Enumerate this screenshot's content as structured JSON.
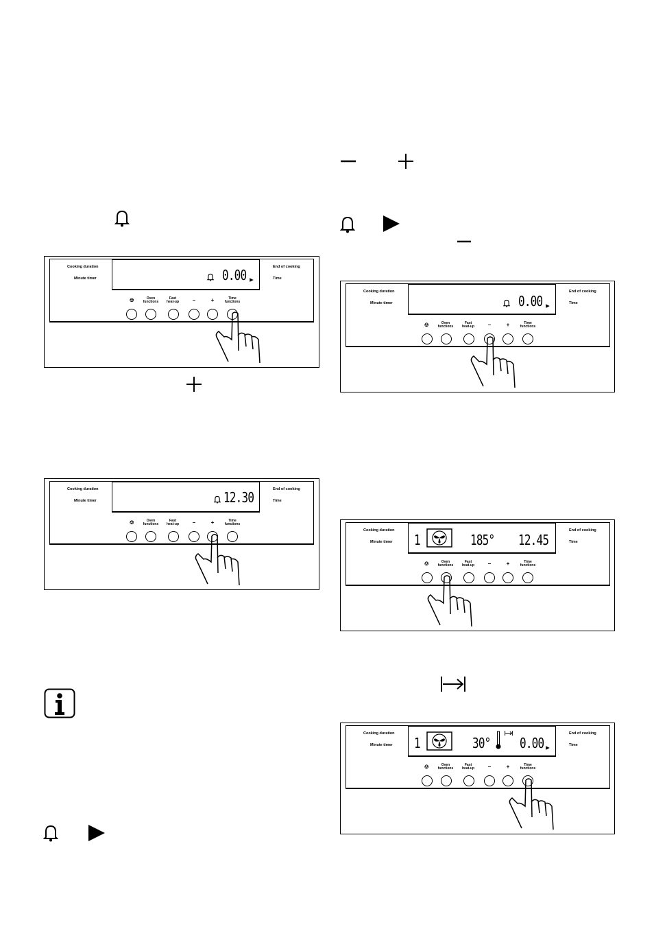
{
  "panel": {
    "cooking_duration": "Cooking duration",
    "minute_timer": "Minute timer",
    "end_of_cooking": "End of cooking",
    "time": "Time",
    "btn_oven": "Oven\nfunctions",
    "btn_fast": "Fast\nheat-up",
    "btn_minus": "–",
    "btn_plus": "+",
    "btn_time": "Time\nfunctions"
  },
  "fig1": {
    "display": "0.00"
  },
  "fig2": {
    "display": "12.30"
  },
  "fig3": {
    "display": "0.00"
  },
  "fig4": {
    "display_left": "1",
    "display_temp": "185°",
    "display_time": "12.45"
  },
  "fig5": {
    "display_left": "1",
    "display_temp": "30°",
    "display_time": "0.00"
  },
  "icons": [
    "bell-icon",
    "play-icon",
    "minus-icon",
    "plus-icon",
    "info-icon",
    "end-arrow-icon",
    "thermometer-icon",
    "fan-icon",
    "hand-icon"
  ]
}
